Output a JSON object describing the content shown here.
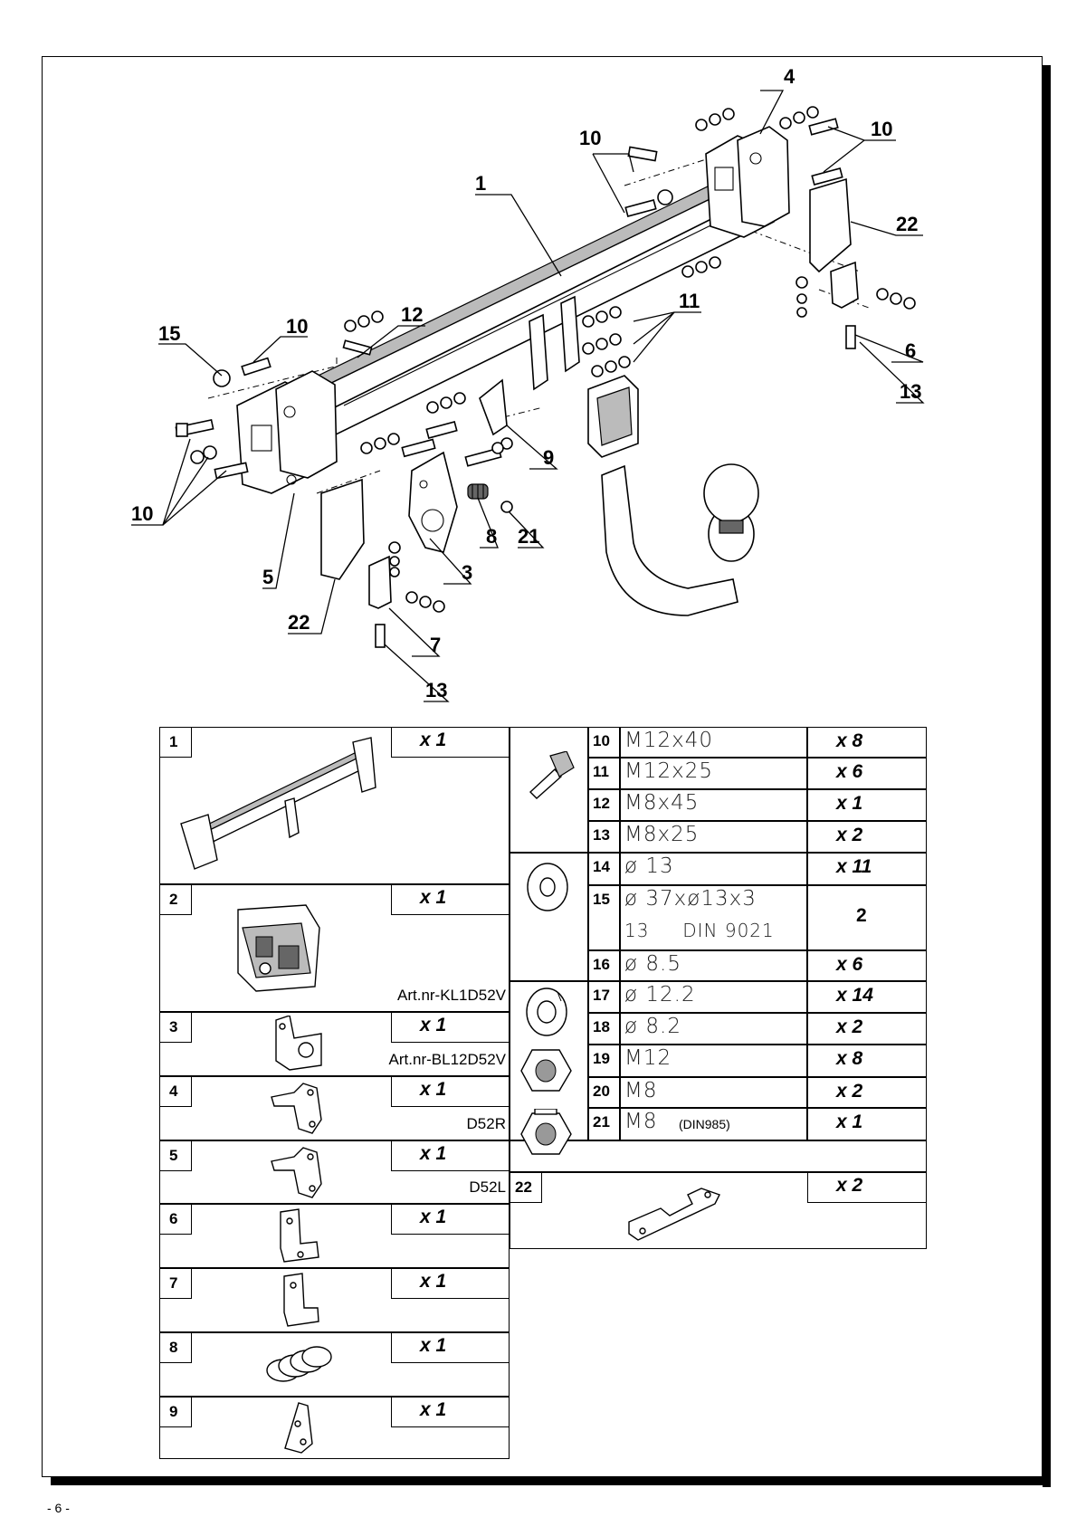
{
  "page_number": "- 6 -",
  "callouts": {
    "c1": "1",
    "c3": "3",
    "c4": "4",
    "c5": "5",
    "c6": "6",
    "c7": "7",
    "c8": "8",
    "c9": "9",
    "c10a": "10",
    "c10b": "10",
    "c10c": "10",
    "c10d": "10",
    "c11": "11",
    "c12": "12",
    "c13a": "13",
    "c13b": "13",
    "c15": "15",
    "c21": "21",
    "c22a": "22",
    "c22b": "22"
  },
  "parts_left": [
    {
      "num": "1",
      "qty": "x 1"
    },
    {
      "num": "2",
      "qty": "x 1",
      "art": "Art.nr-KL1D52V"
    },
    {
      "num": "3",
      "qty": "x 1",
      "art": "Art.nr-BL12D52V"
    },
    {
      "num": "4",
      "qty": "x 1",
      "art": "D52R"
    },
    {
      "num": "5",
      "qty": "x 1",
      "art": "D52L"
    },
    {
      "num": "6",
      "qty": "x 1"
    },
    {
      "num": "7",
      "qty": "x 1"
    },
    {
      "num": "8",
      "qty": "x 1"
    },
    {
      "num": "9",
      "qty": "x 1"
    }
  ],
  "parts_right": [
    {
      "num": "10",
      "spec": "M12x40",
      "qty": "x 8"
    },
    {
      "num": "11",
      "spec": "M12x25",
      "qty": "x 6"
    },
    {
      "num": "12",
      "spec": "M8x45",
      "qty": "x 1"
    },
    {
      "num": "13",
      "spec": "M8x25",
      "qty": "x 2"
    },
    {
      "num": "14",
      "spec": "ø 13",
      "qty": "x 11"
    },
    {
      "num": "15",
      "spec": "ø 37xø13x3",
      "spec2": "13     DIN 9021",
      "qty": "2"
    },
    {
      "num": "16",
      "spec": "ø 8.5",
      "qty": "x 6"
    },
    {
      "num": "17",
      "spec": "ø 12.2",
      "qty": "x 14"
    },
    {
      "num": "18",
      "spec": "ø 8.2",
      "qty": "x 2"
    },
    {
      "num": "19",
      "spec": "M12",
      "qty": "x 8"
    },
    {
      "num": "20",
      "spec": "M8",
      "qty": "x 2"
    },
    {
      "num": "21",
      "spec": "M8",
      "spec_small": "(DIN985)",
      "qty": "x 1"
    },
    {
      "num": "22",
      "qty": "x 2"
    }
  ]
}
